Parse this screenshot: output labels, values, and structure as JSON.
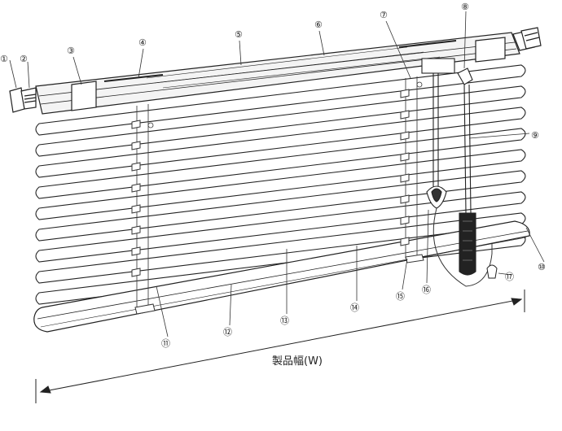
{
  "diagram": {
    "callouts": [
      "①",
      "②",
      "③",
      "④",
      "⑤",
      "⑥",
      "⑦",
      "⑧",
      "⑨",
      "⑩",
      "⑪",
      "⑫",
      "⑬",
      "⑭",
      "⑮",
      "⑯",
      "⑰"
    ],
    "width_label": "製品幅(W)"
  }
}
